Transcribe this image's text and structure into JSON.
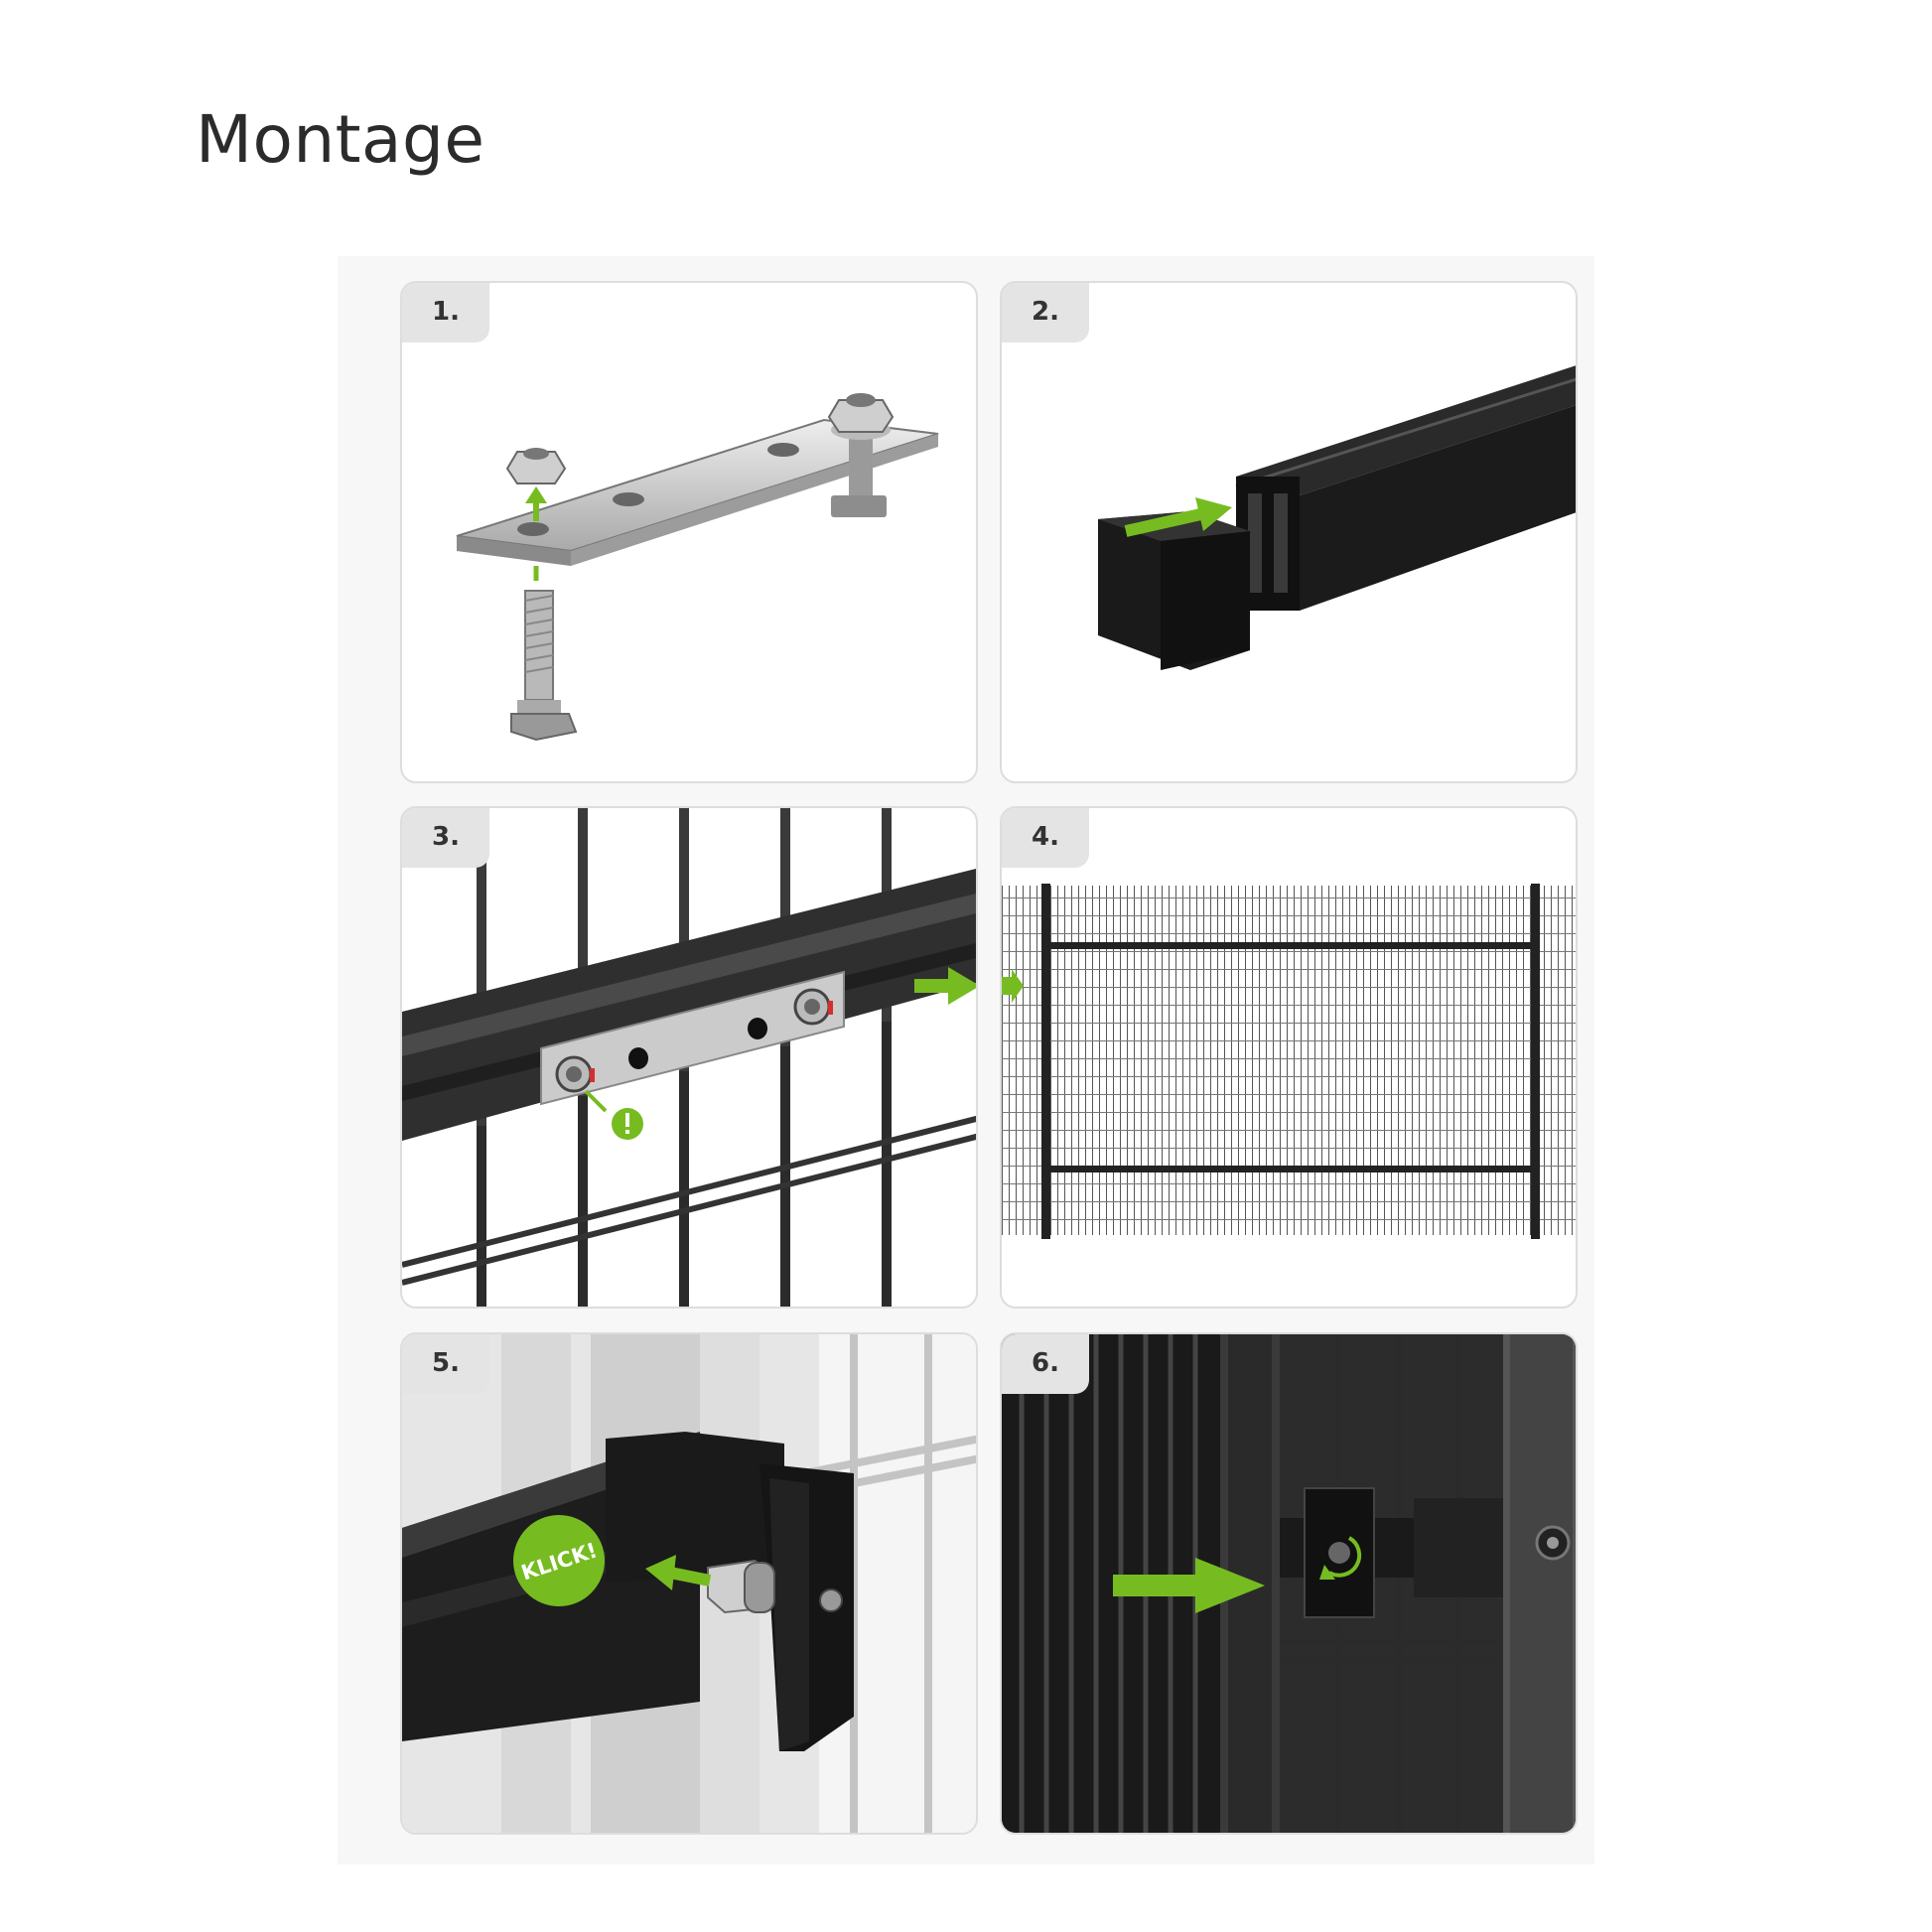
{
  "page": {
    "title": "Montage"
  },
  "steps": [
    {
      "number": "1."
    },
    {
      "number": "2."
    },
    {
      "number": "3."
    },
    {
      "number": "4."
    },
    {
      "number": "5.",
      "badge": "KLICK!"
    },
    {
      "number": "6."
    }
  ],
  "colors": {
    "accent": "#76bc21",
    "dark": "#1e1e1e",
    "metal": "#c8c8c8",
    "warning": "#d32f2f"
  },
  "icons": [
    "arrow-icon",
    "warning-icon",
    "rotate-icon"
  ]
}
